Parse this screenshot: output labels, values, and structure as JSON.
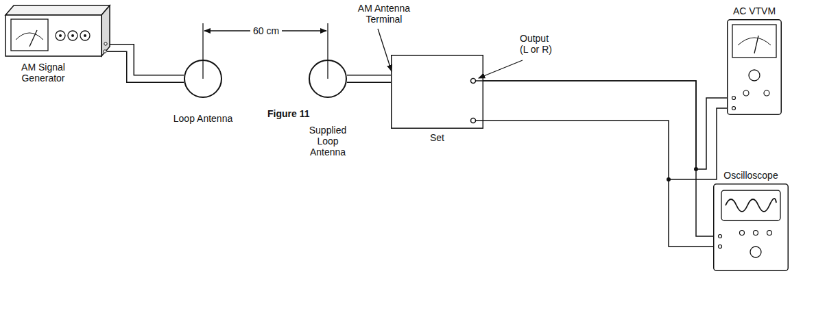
{
  "diagram": {
    "nodes": [
      {
        "text": [
          "AM Signal Generator"
        ]
      },
      {
        "text": [
          "Loop Antenna"
        ]
      },
      {
        "text": [
          "Supplied Loop Antenna"
        ]
      },
      {
        "text": [
          "Set"
        ]
      },
      {
        "text": [
          "AC VTVM"
        ]
      },
      {
        "text": [
          "Oscilloscope"
        ]
      }
    ],
    "edges": [
      {
        "from": 0,
        "to": 1,
        "arrow": "none"
      },
      {
        "from": 2,
        "to": 3,
        "arrow": "none"
      },
      {
        "from": 3,
        "to": 4,
        "arrow": "none"
      },
      {
        "from": 3,
        "to": 5,
        "arrow": "none"
      }
    ],
    "labels": [
      "AM Antenna Terminal",
      "60 cm",
      "Output (L or R)",
      "Figure 11"
    ]
  }
}
